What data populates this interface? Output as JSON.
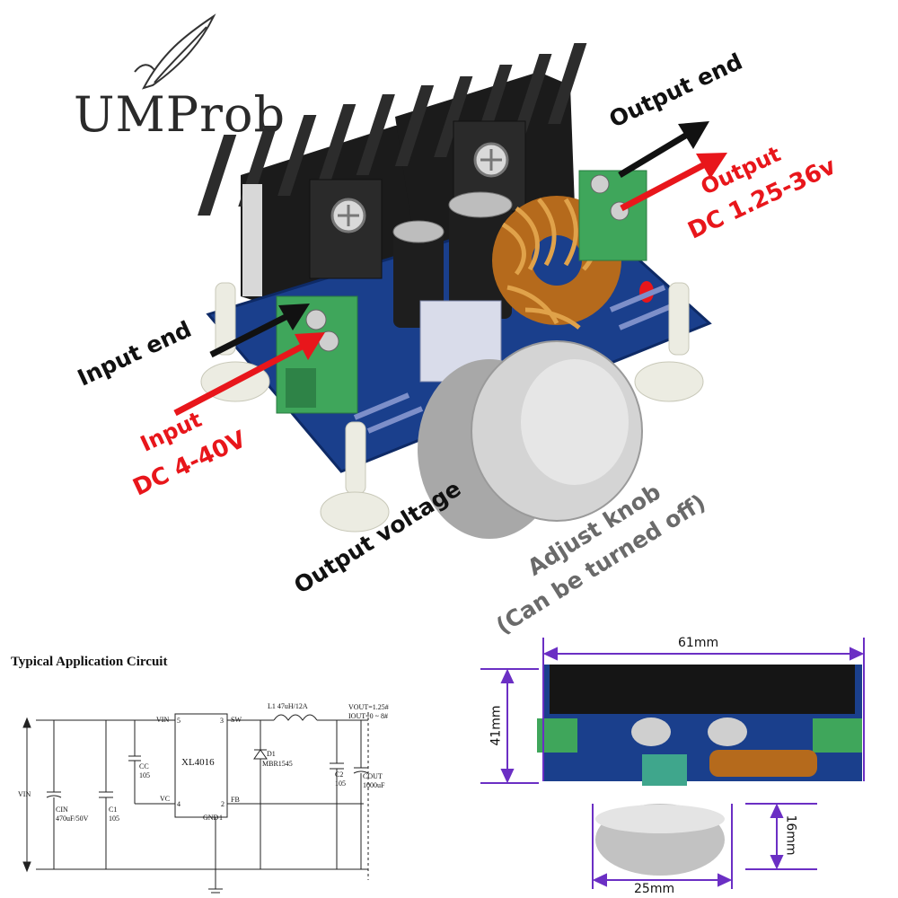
{
  "brand": {
    "logo_text": "UMProb"
  },
  "callouts": {
    "output_end": "Output end",
    "output_label": "Output",
    "output_range": "DC 1.25-36v",
    "input_end": "Input end",
    "input_label": "Input",
    "input_range": "DC 4-40V",
    "output_voltage": "Output voltage",
    "adjust_knob": "Adjust knob",
    "adjust_note": "(Can be turned off)"
  },
  "colors": {
    "red": "#e8161b",
    "black": "#111111",
    "gray": "#6a6a6a",
    "board": "#1a3f8c",
    "terminal": "#3fa65b",
    "dimension": "#6b2fc4"
  },
  "circuit": {
    "title": "Typical Application Circuit",
    "ic_name": "XL4016",
    "pins": {
      "vin": "VIN",
      "sw": "SW",
      "vc": "VC",
      "fb": "FB",
      "gnd": "GND",
      "p5": "5",
      "p3": "3",
      "p4": "4",
      "p2": "2",
      "p1": "1"
    },
    "vin_label": "VIN",
    "inductor": "L1  47uH/12A",
    "vout": "VOUT=1.25#",
    "iout": "IOUT=0 ~ 8#",
    "d1_name": "D1",
    "d1_part": "MBR1545",
    "cin_name": "CIN",
    "cin_value": "470uF/50V",
    "c1_name": "C1",
    "c1_value": "105",
    "cc_name": "CC",
    "cc_value": "105",
    "c2_name": "C2",
    "c2_value": "105",
    "cout_name": "COUT",
    "cout_value": "1000uF"
  },
  "dimensions": {
    "width": "61mm",
    "height": "41mm",
    "knob_height": "16mm",
    "knob_width": "25mm"
  }
}
